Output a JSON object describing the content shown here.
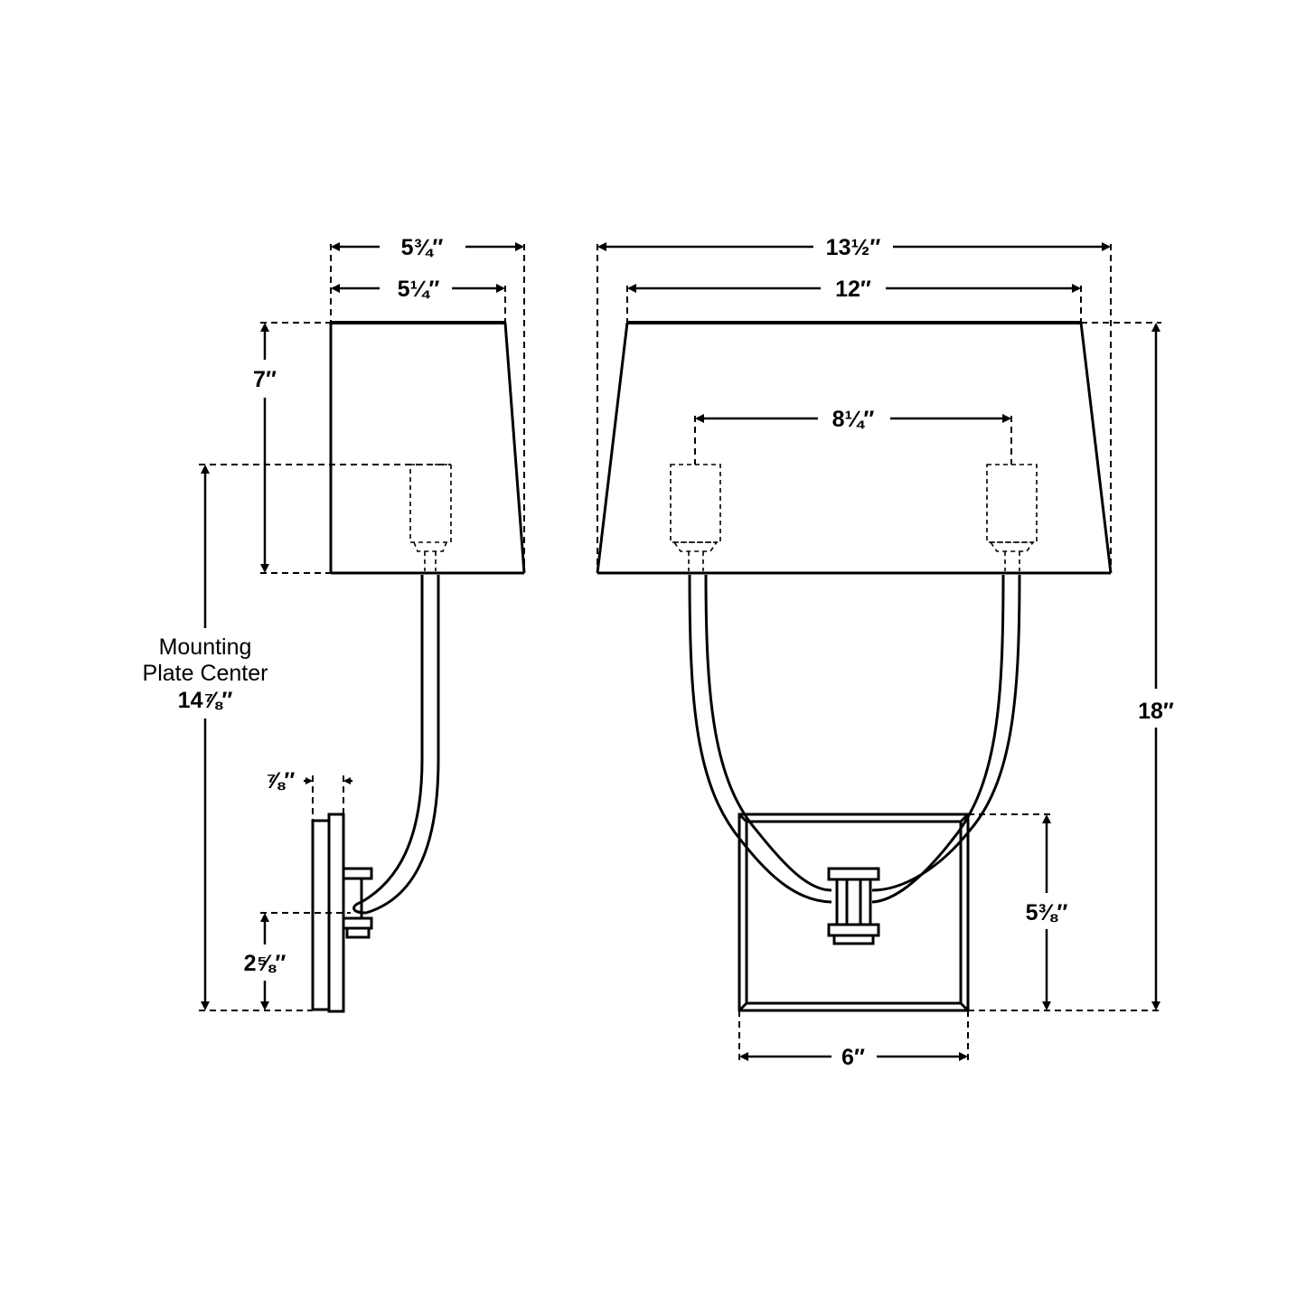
{
  "side_view": {
    "shade_bottom_width": "5¾″",
    "shade_top_width": "5¼″",
    "shade_height": "7″",
    "mounting_label_line1": "Mounting",
    "mounting_label_line2": "Plate Center",
    "mounting_value": "14⅞″",
    "plate_depth": "⅞″",
    "arm_height": "2⅝″"
  },
  "front_view": {
    "shade_bottom_width": "13½″",
    "shade_top_width": "12″",
    "socket_spacing": "8¼″",
    "overall_height": "18″",
    "backplate_height": "5⅜″",
    "backplate_width": "6″"
  }
}
